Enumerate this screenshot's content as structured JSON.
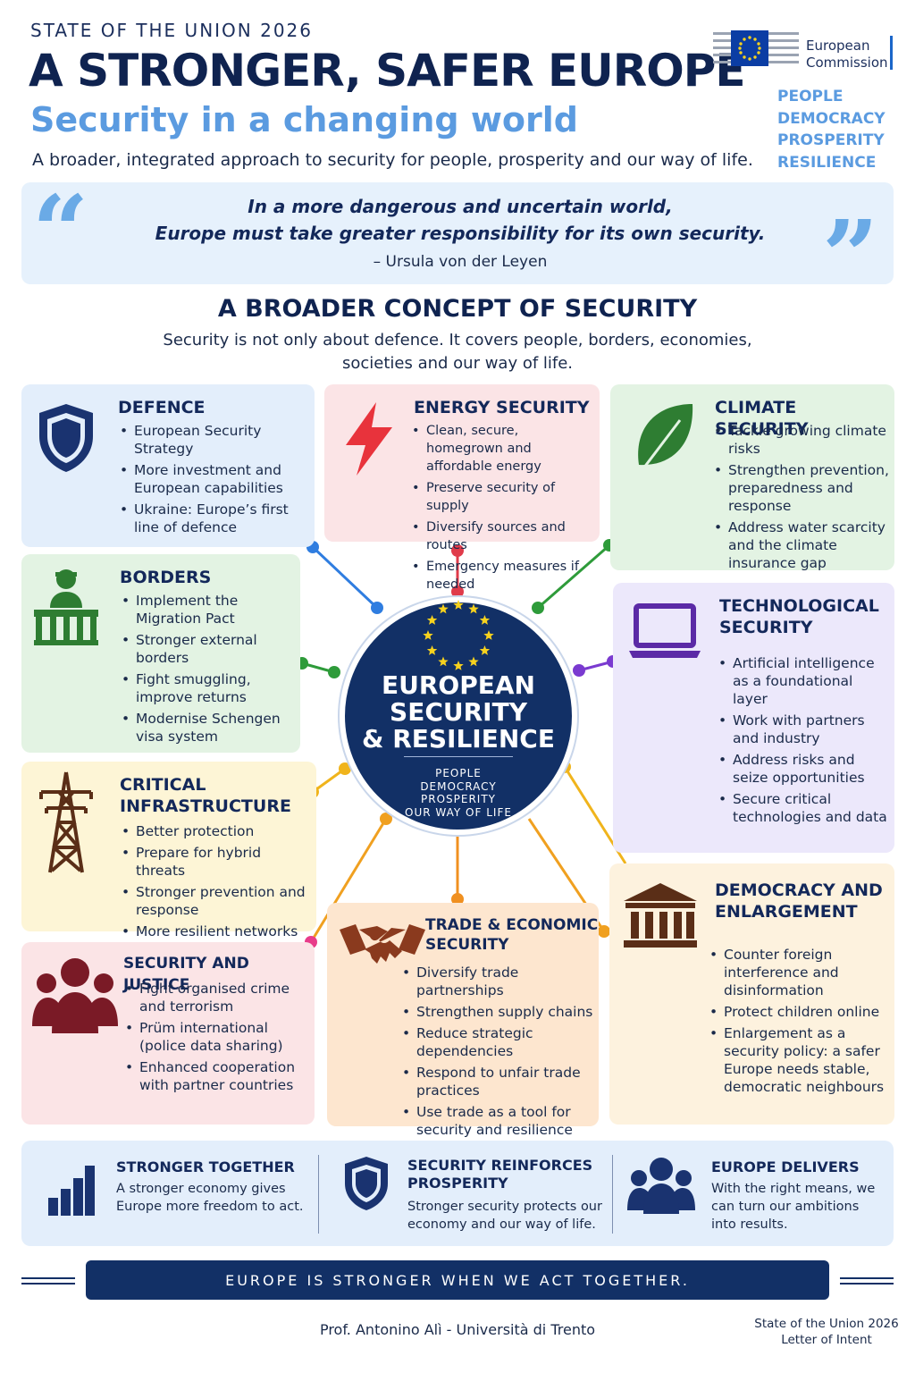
{
  "header": {
    "kicker": "STATE OF THE UNION 2026",
    "title": "A STRONGER, SAFER EUROPE",
    "subtitle": "Security in a changing world",
    "tagline": "A broader, integrated approach to security for people, prosperity and our way of life."
  },
  "logo": {
    "line1": "European",
    "line2": "Commission",
    "icon": "eu-flag-building-icon"
  },
  "pillars": [
    "PEOPLE",
    "DEMOCRACY",
    "PROSPERITY",
    "RESILIENCE"
  ],
  "quote": {
    "line1": "In a more dangerous and uncertain world,",
    "line2": "Europe must take greater responsibility for its own security.",
    "author": "– Ursula von der Leyen"
  },
  "section": {
    "title": "A BROADER CONCEPT OF SECURITY",
    "subtitle": "Security is not only about defence. It covers people, borders, economies, societies and our way of life."
  },
  "cards": {
    "defence": {
      "title": "DEFENCE",
      "icon": "shield-icon",
      "items": [
        "European Security Strategy",
        "More investment and European capabilities",
        "Ukraine: Europe’s first line of defence"
      ]
    },
    "energy": {
      "title": "ENERGY SECURITY",
      "icon": "lightning-icon",
      "items": [
        "Clean, secure, homegrown and affordable energy",
        "Preserve security of supply",
        "Diversify sources and routes",
        "Emergency measures if needed"
      ]
    },
    "climate": {
      "title": "CLIMATE SECURITY",
      "icon": "leaf-icon",
      "items": [
        "Tackle growing climate risks",
        "Strengthen prevention, preparedness and response",
        "Address water scarcity and the climate insurance gap"
      ]
    },
    "borders": {
      "title": "BORDERS",
      "icon": "border-guard-icon",
      "items": [
        "Implement the Migration Pact",
        "Stronger external borders",
        "Fight smuggling, improve returns",
        "Modernise Schengen visa system"
      ]
    },
    "tech": {
      "title_line1": "TECHNOLOGICAL",
      "title_line2": "SECURITY",
      "icon": "laptop-icon",
      "items": [
        "Artificial intelligence as a foundational layer",
        "Work with partners and industry",
        "Address risks and seize opportunities",
        "Secure critical technologies and data"
      ]
    },
    "critical": {
      "title_line1": "CRITICAL",
      "title_line2": "INFRASTRUCTURE",
      "icon": "power-pylon-icon",
      "items": [
        "Better protection",
        "Prepare for hybrid threats",
        "Stronger prevention and response",
        "More resilient networks"
      ]
    },
    "democracy": {
      "title_line1": "DEMOCRACY AND",
      "title_line2": "ENLARGEMENT",
      "icon": "institution-icon",
      "items": [
        "Counter foreign interference and disinformation",
        "Protect children online",
        "Enlargement as a security policy: a safer Europe needs stable, democratic neighbours"
      ]
    },
    "justice": {
      "title": "SECURITY AND JUSTICE",
      "icon": "people-group-icon",
      "items": [
        "Fight organised crime and terrorism",
        "Prüm international (police data sharing)",
        "Enhanced cooperation with partner countries"
      ]
    },
    "trade": {
      "title_line1": "TRADE & ECONOMIC",
      "title_line2": "SECURITY",
      "icon": "handshake-icon",
      "items": [
        "Diversify trade partnerships",
        "Strengthen supply chains",
        "Reduce strategic dependencies",
        "Respond to unfair trade practices",
        "Use trade as a tool for security and resilience"
      ]
    }
  },
  "hub": {
    "title_line1": "EUROPEAN",
    "title_line2": "SECURITY",
    "title_line3": "& RESILIENCE",
    "values": [
      "PEOPLE",
      "DEMOCRACY",
      "PROSPERITY",
      "OUR WAY OF LIFE"
    ]
  },
  "bottom": [
    {
      "title": "STRONGER TOGETHER",
      "text": "A stronger economy gives Europe more freedom to act.",
      "icon": "bar-chart-icon"
    },
    {
      "title": "SECURITY REINFORCES PROSPERITY",
      "text": "Stronger security protects our economy and our way of life.",
      "icon": "shield-icon"
    },
    {
      "title": "EUROPE DELIVERS",
      "text": "With the right means, we can turn our ambitions into results.",
      "icon": "people-group-icon"
    }
  ],
  "footer": {
    "banner": "EUROPE IS STRONGER WHEN WE ACT TOGETHER.",
    "credit": "Prof. Antonino Alì - Università di Trento",
    "letter_line1": "State of the Union 2026",
    "letter_line2": "Letter of Intent"
  },
  "colors": {
    "navy": "#123066",
    "light_blue": "#5b9be0",
    "energy_red": "#e8333c",
    "climate_green": "#2e7d32",
    "tech_purple": "#5b2aa6",
    "infra_brown": "#5a2e17",
    "justice_maroon": "#7a1a26",
    "trade_brown": "#8a3a1e"
  }
}
